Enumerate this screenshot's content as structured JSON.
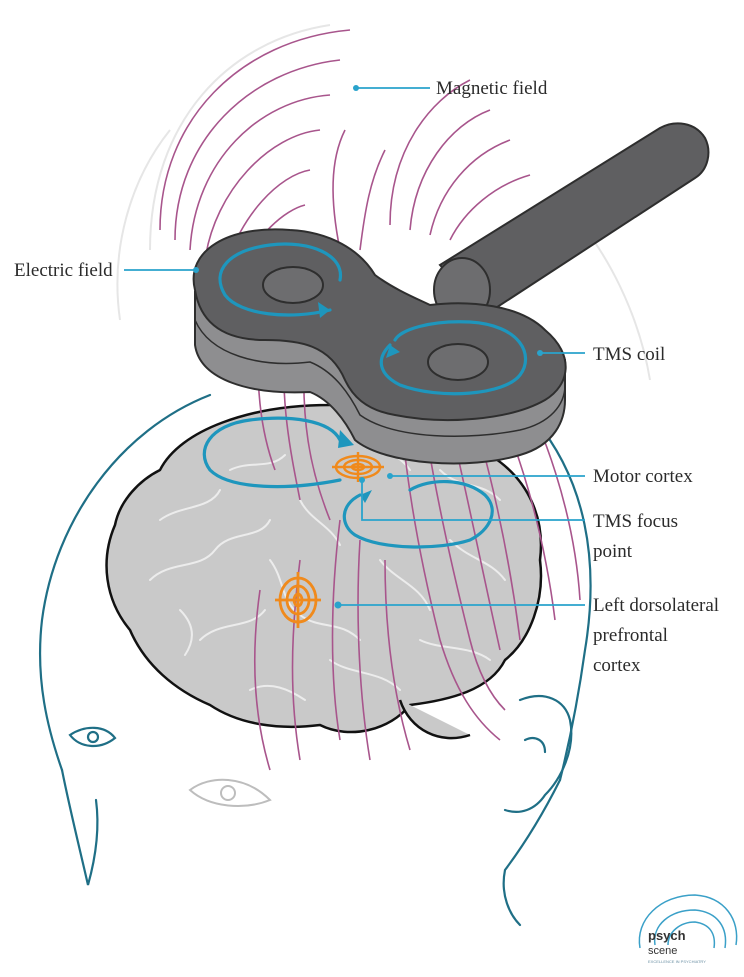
{
  "labels": {
    "magnetic_field": "Magnetic field",
    "electric_field": "Electric field",
    "tms_coil": "TMS coil",
    "motor_cortex": "Motor cortex",
    "tms_focus_point": [
      "TMS focus",
      "point"
    ],
    "left_dlpfc": [
      "Left dorsolateral",
      "prefrontal",
      "cortex"
    ]
  },
  "logo": {
    "word1": "psych",
    "word2": "scene",
    "tagline": "EXCELLENCE IN PSYCHIATRY"
  },
  "colors": {
    "magnetic_field": "#a8558c",
    "electric_field": "#1e96bd",
    "head_outline": "#1f6f86",
    "brain_fill": "#c9c9c9",
    "coil_dark": "#5f5f61",
    "coil_side": "#8e8e90",
    "target": "#f08a1c",
    "leader_line": "#29a3cc"
  }
}
